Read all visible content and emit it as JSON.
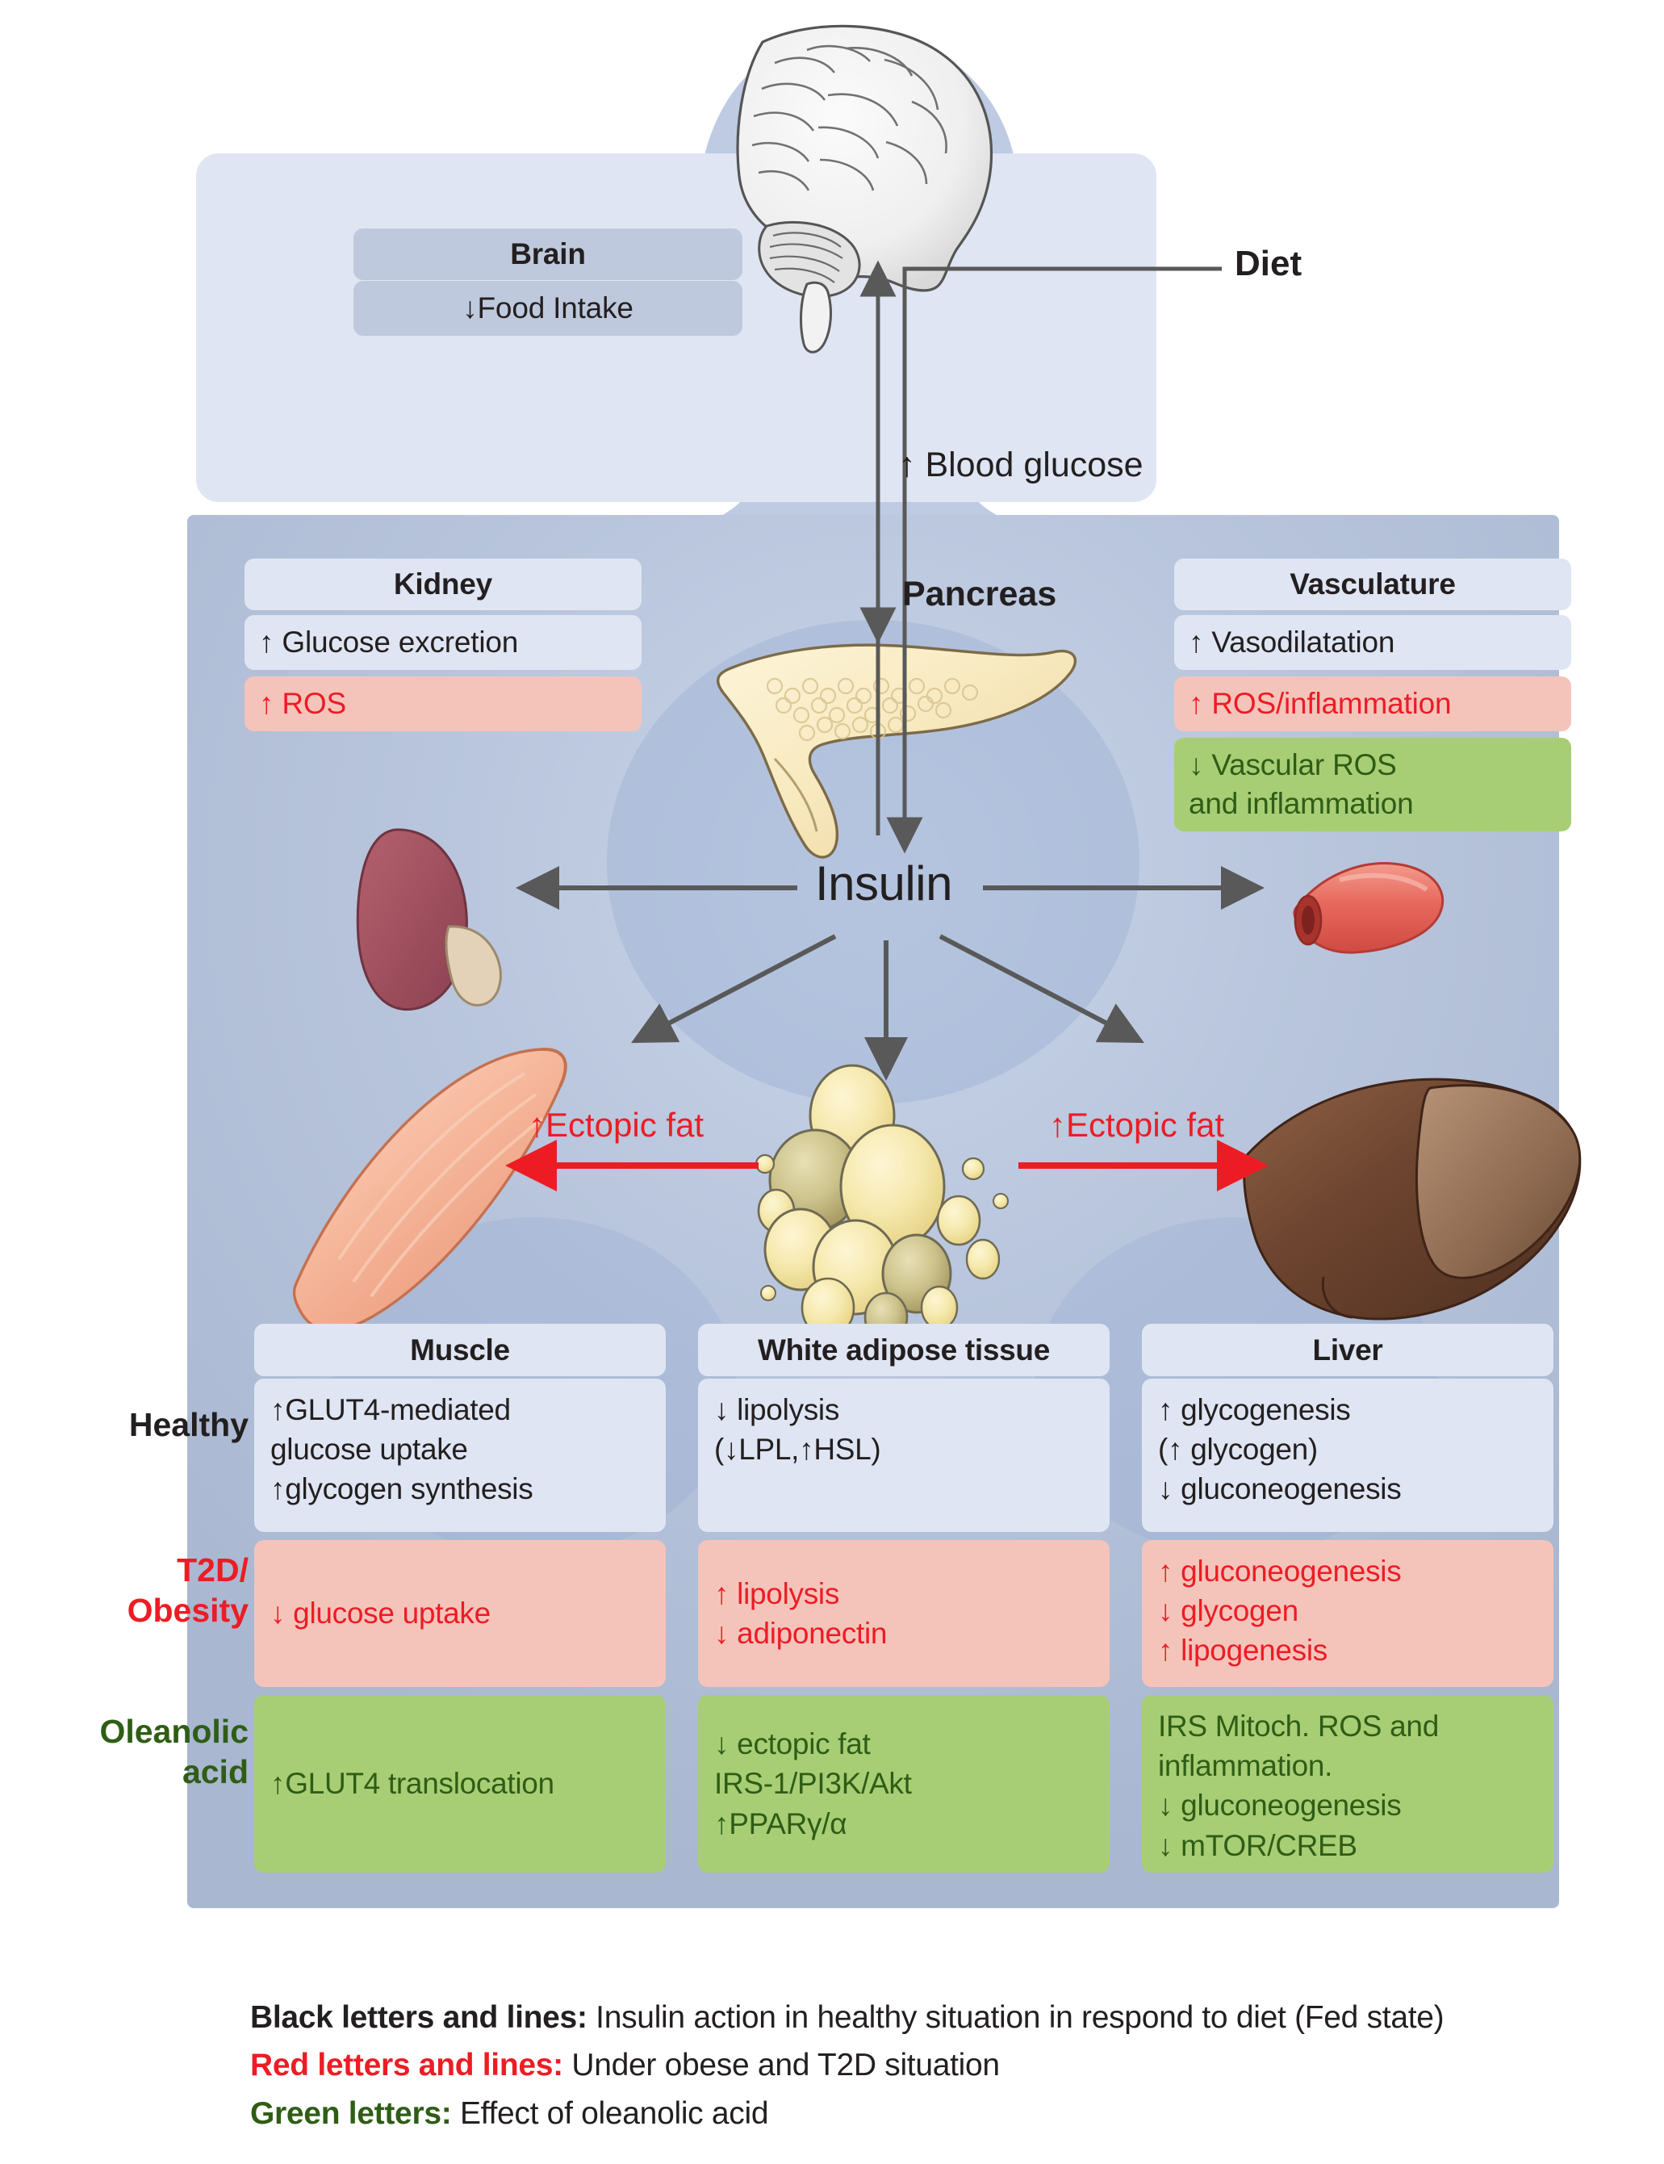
{
  "figure": {
    "title": "Insulin action across organs in healthy, T2D/obese states and the effect of oleanolic acid",
    "central_node": "Insulin",
    "colors": {
      "panel_upper": "#dfe5f2",
      "panel_lower": "#b6c3da",
      "box_blue": "#dfe5f2",
      "box_blue_dark": "#bfc9dd",
      "box_red": "#f4c4bb",
      "box_green": "#a8ce75",
      "text_black": "#231f20",
      "text_red": "#ed1c24",
      "text_green": "#2f5d16",
      "line_gray": "#595959"
    }
  },
  "top_section": {
    "brain_box": {
      "header": "Brain",
      "items": [
        "↓Food Intake"
      ]
    },
    "diet_label": "Diet",
    "blood_glucose_label": "↑ Blood glucose"
  },
  "mid_section": {
    "pancreas_label": "Pancreas",
    "insulin_label": "Insulin",
    "kidney_box": {
      "header": "Kidney",
      "rows": [
        {
          "text": "↑ Glucose excretion",
          "style": "blue"
        },
        {
          "text": "↑ ROS",
          "style": "red"
        }
      ]
    },
    "vasculature_box": {
      "header": "Vasculature",
      "rows": [
        {
          "text": "↑ Vasodilatation",
          "style": "blue"
        },
        {
          "text": "↑ ROS/inflammation",
          "style": "red"
        },
        {
          "text": "↓ Vascular ROS\nand inflammation",
          "style": "green"
        }
      ]
    },
    "ectopic_fat_left": "↑Ectopic fat",
    "ectopic_fat_right": "↑Ectopic fat"
  },
  "table": {
    "row_labels": [
      {
        "text": "Healthy",
        "style": "black"
      },
      {
        "text": "T2D/\nObesity",
        "style": "red"
      },
      {
        "text": "Oleanolic\nacid",
        "style": "green"
      }
    ],
    "column_headers": [
      "Muscle",
      "White adipose tissue",
      "Liver"
    ],
    "rows": [
      {
        "label": "Healthy",
        "style": "blue",
        "cells": [
          "↑GLUT4-mediated\nglucose uptake\n↑glycogen synthesis",
          "↓ lipolysis\n(↓LPL,↑HSL)",
          "↑ glycogenesis\n(↑ glycogen)\n↓ gluconeogenesis"
        ]
      },
      {
        "label": "T2D/Obesity",
        "style": "red",
        "cells": [
          "↓ glucose uptake",
          "↑ lipolysis\n↓ adiponectin",
          "↑ gluconeogenesis\n↓ glycogen\n↑ lipogenesis"
        ]
      },
      {
        "label": "Oleanolic acid",
        "style": "green",
        "cells": [
          "↑GLUT4 translocation",
          "↓ ectopic fat\nIRS-1/PI3K/Akt\n↑PPARγ/α",
          "IRS Mitoch. ROS and\ninflammation.\n↓ gluconeogenesis\n↓ mTOR/CREB"
        ]
      }
    ]
  },
  "legend": [
    {
      "bold": "Black letters and lines:",
      "rest": " Insulin action in healthy situation in respond to diet (Fed state)",
      "color": "black"
    },
    {
      "bold": "Red letters and lines:",
      "rest": " Under obese and T2D situation",
      "color": "red"
    },
    {
      "bold": "Green letters:",
      "rest": " Effect of oleanolic acid",
      "color": "green"
    }
  ],
  "icons": {
    "brain": "brain-icon",
    "pancreas": "pancreas-icon",
    "kidney": "kidney-icon",
    "blood_vessel": "blood-vessel-icon",
    "muscle": "muscle-icon",
    "adipocytes": "adipocyte-cluster-icon",
    "liver": "liver-icon",
    "human_silhouette": "human-silhouette-icon"
  }
}
